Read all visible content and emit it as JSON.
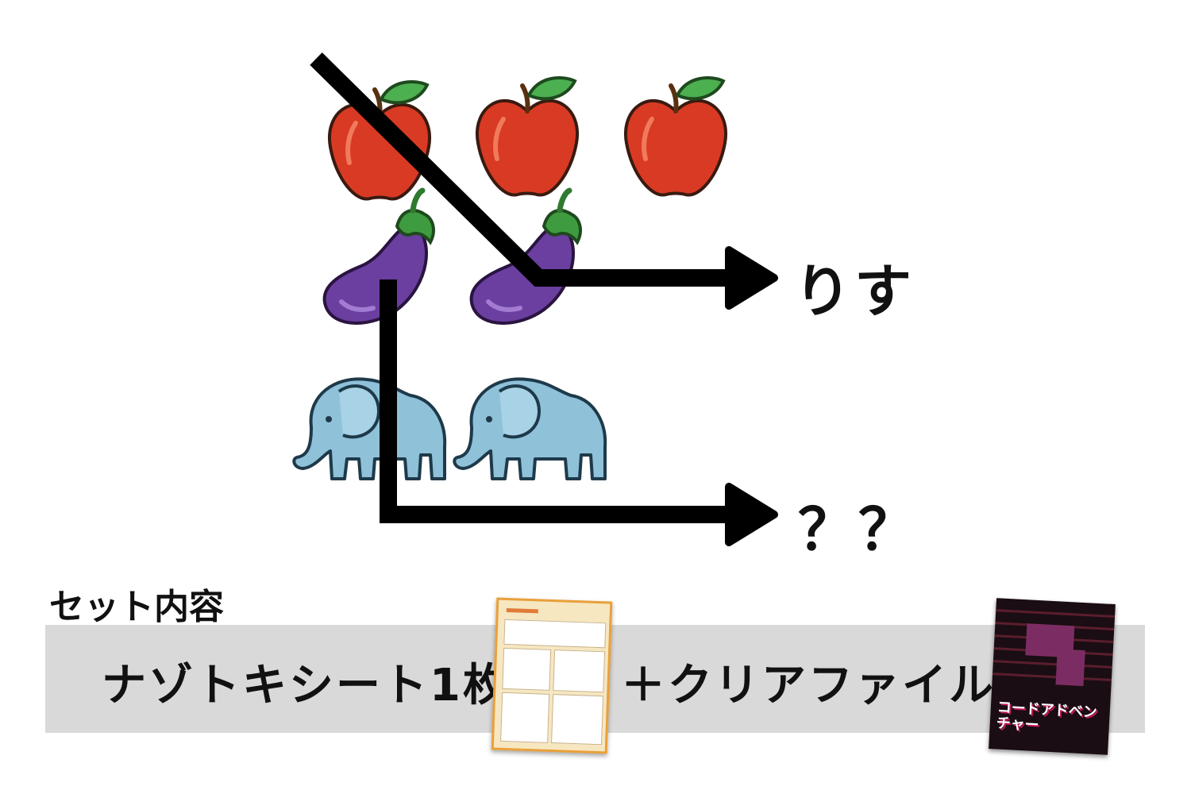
{
  "puzzle": {
    "answer_top": "りす",
    "answer_bottom": "？？"
  },
  "set_section": {
    "title": "セット内容",
    "item_sheet": "ナゾトキシート1枚",
    "item_file": "＋クリアファイル",
    "file_logo": "コードアドベンチャー"
  },
  "icons": [
    "apple-icon",
    "eggplant-icon",
    "elephant-icon",
    "arrow-icon"
  ],
  "colors": {
    "apple": "#d93a24",
    "leaf": "#4caf50",
    "eggplant": "#6a3fa0",
    "elephant": "#8fc1d9",
    "line": "#000000",
    "band": "#d9d9d9"
  }
}
